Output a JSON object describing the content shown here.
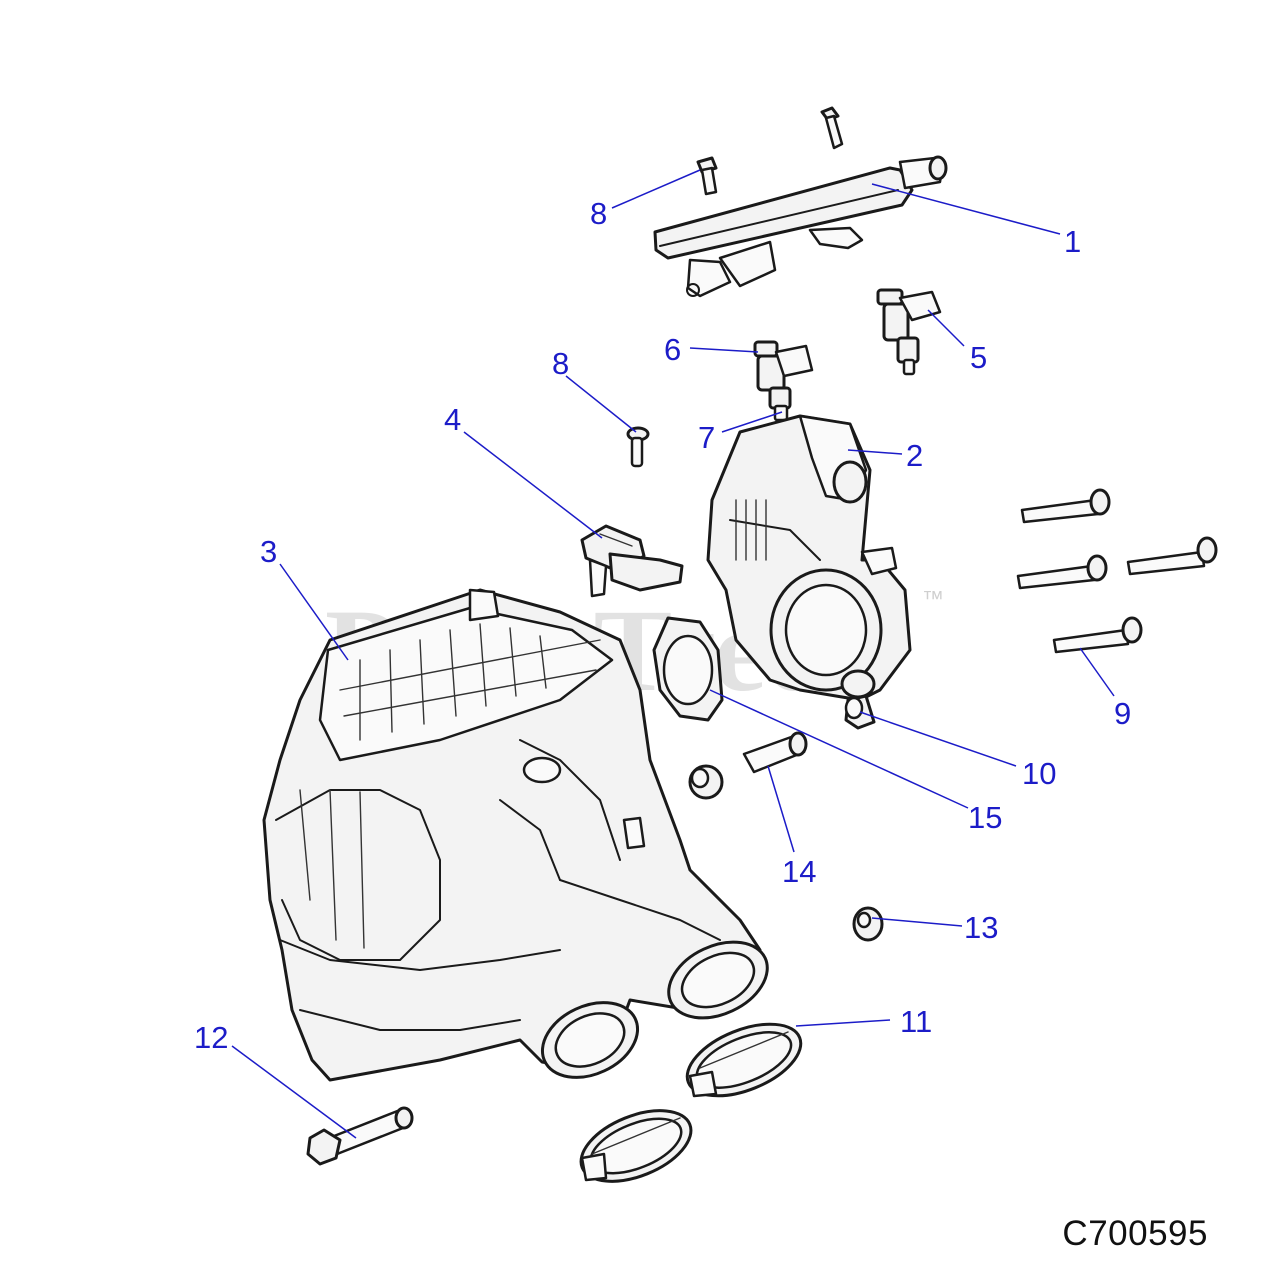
{
  "watermark": {
    "text": "PartsTree",
    "trademark": "™"
  },
  "diagram_code": "C700595",
  "callouts": [
    {
      "label": "1",
      "part": "fuel-rail"
    },
    {
      "label": "2",
      "part": "throttle-body"
    },
    {
      "label": "3",
      "part": "intake-manifold"
    },
    {
      "label": "4",
      "part": "map-sensor"
    },
    {
      "label": "5",
      "part": "fuel-injector"
    },
    {
      "label": "6",
      "part": "injector-o-ring"
    },
    {
      "label": "7",
      "part": "injector-lower-o-ring"
    },
    {
      "label": "8",
      "part": "screw"
    },
    {
      "label": "8",
      "part": "screw"
    },
    {
      "label": "9",
      "part": "bolt"
    },
    {
      "label": "10",
      "part": "grommet"
    },
    {
      "label": "11",
      "part": "hose-clamp"
    },
    {
      "label": "12",
      "part": "bolt"
    },
    {
      "label": "13",
      "part": "grommet"
    },
    {
      "label": "14",
      "part": "bushing"
    },
    {
      "label": "15",
      "part": "gasket"
    }
  ]
}
